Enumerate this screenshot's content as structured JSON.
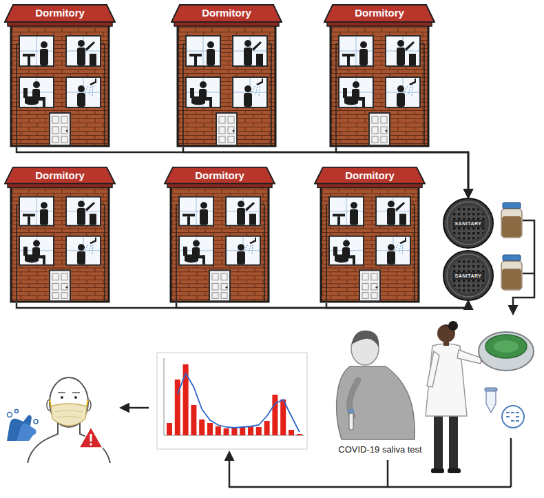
{
  "diagram": {
    "nodes": [
      {
        "text": [
          "Dormitory"
        ]
      },
      {
        "text": [
          "Dormitory"
        ]
      },
      {
        "text": [
          "Dormitory"
        ]
      },
      {
        "text": [
          "Dormitory"
        ]
      },
      {
        "text": [
          "Dormitory"
        ]
      },
      {
        "text": [
          "Dormitory"
        ]
      },
      {
        "text": [
          "SANITARY"
        ]
      },
      {
        "text": [
          "SANITARY"
        ]
      }
    ],
    "edges": [
      {
        "from": 0,
        "to": 6,
        "arrow": "to"
      },
      {
        "from": 1,
        "to": 6,
        "arrow": "to"
      },
      {
        "from": 2,
        "to": 6,
        "arrow": "to"
      },
      {
        "from": 3,
        "to": 7,
        "arrow": "to"
      },
      {
        "from": 4,
        "to": 7,
        "arrow": "to"
      },
      {
        "from": 5,
        "to": 7,
        "arrow": "to"
      }
    ],
    "labels": [
      "COVID-19 saliva test"
    ]
  }
}
